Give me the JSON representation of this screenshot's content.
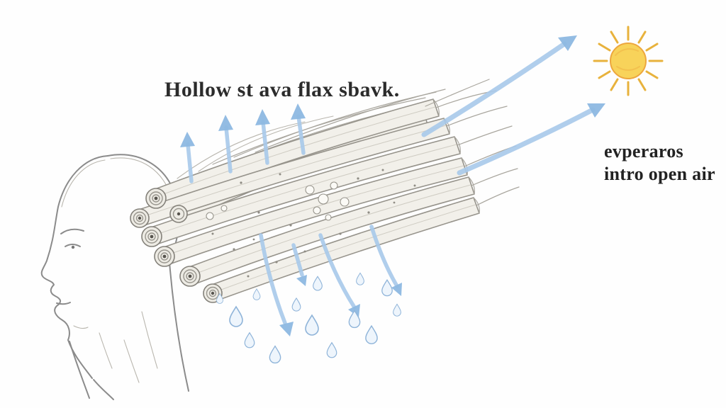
{
  "title": "Hollow st ava flax sbavk.",
  "annotation": {
    "line1": "evperaros",
    "line2": "intro open air"
  },
  "scene": {
    "description_elements": [
      "head-profile-sketch",
      "hollow-flax-stalk-bundle",
      "evaporation-arrows",
      "water-droplets",
      "sun"
    ]
  },
  "colors": {
    "arrow_blue": "#a7c9ea",
    "arrow_blue_deep": "#8db8e2",
    "sun_yellow": "#f8d35a",
    "sun_orange": "#e8b23c",
    "sketch_gray": "#8b8b8b",
    "ink": "#2b2b2b",
    "bg": "#fefefe"
  }
}
